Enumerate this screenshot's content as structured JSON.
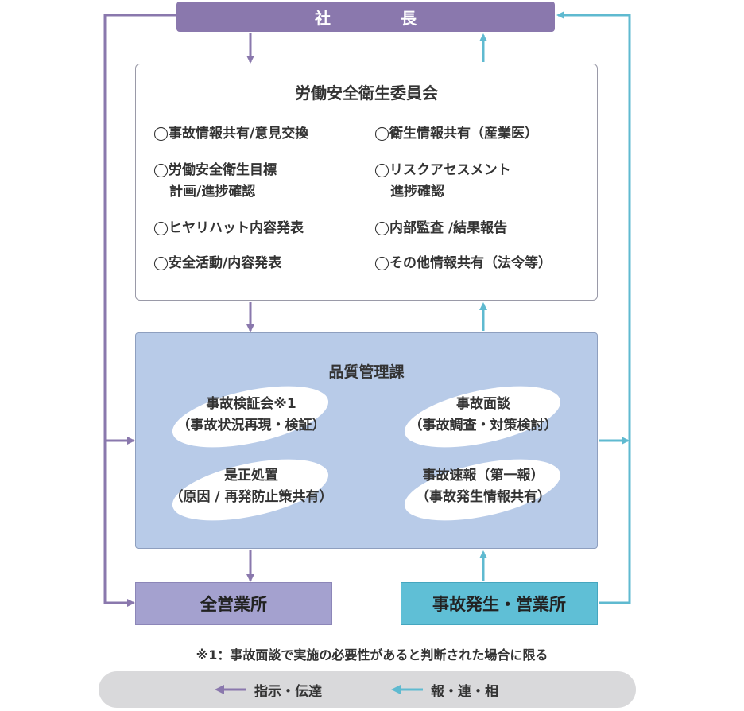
{
  "president": {
    "label": "社　長"
  },
  "committee": {
    "title": "労働安全衛生委員会",
    "left_items": [
      {
        "line1": "◯事故情報共有/意見交換",
        "line2": ""
      },
      {
        "line1": "◯労働安全衛生目標",
        "line2": "計画/進捗確認"
      },
      {
        "line1": "◯ヒヤリハット内容発表",
        "line2": ""
      },
      {
        "line1": "◯安全活動/内容発表",
        "line2": ""
      }
    ],
    "right_items": [
      {
        "line1": "◯衛生情報共有（産業医）",
        "line2": ""
      },
      {
        "line1": "◯リスクアセスメント",
        "line2": "進捗確認"
      },
      {
        "line1": "◯内部監査 /結果報告",
        "line2": ""
      },
      {
        "line1": "◯その他情報共有（法令等）",
        "line2": ""
      }
    ]
  },
  "quality": {
    "title": "品質管理課",
    "items": [
      {
        "line1": "事故検証会※1",
        "line2": "（事故状況再現・検証）"
      },
      {
        "line1": "事故面談",
        "line2": "（事故調査・対策検討）"
      },
      {
        "line1": "是正処置",
        "line2": "（原因 / 再発防止策共有）"
      },
      {
        "line1": "事故速報（第一報）",
        "line2": "（事故発生情報共有）"
      }
    ]
  },
  "offices": {
    "all": "全営業所",
    "incident": "事故発生・営業所"
  },
  "footnote": "※1：事故面談で実施の必要性があると判断された場合に限る",
  "legend": {
    "instruction": "指示・伝達",
    "report": "報・連・相"
  },
  "colors": {
    "instruction_arrow": "#8a78ad",
    "report_arrow": "#5fbad0",
    "president_box": "#8a78ad",
    "quality_box": "#b8cbe8",
    "all_offices_box": "#a4a1cf",
    "incident_office_box": "#5fbfd6"
  }
}
